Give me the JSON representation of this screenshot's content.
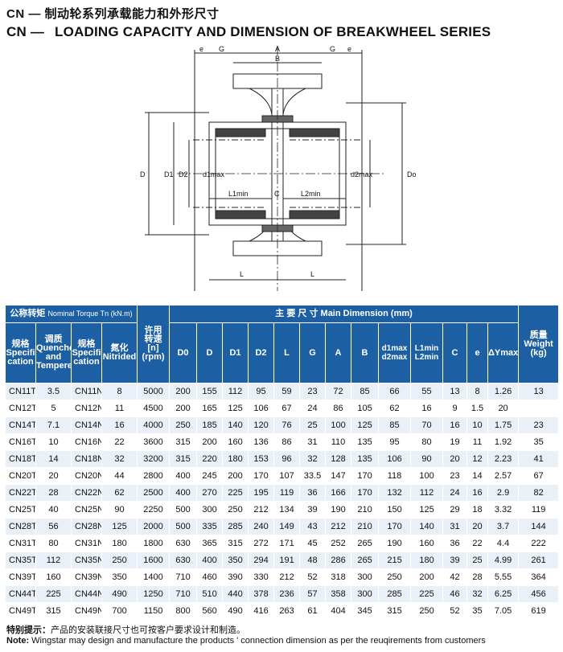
{
  "title": {
    "cn": "CN — 制动轮系列承载能力和外形尺寸",
    "en_prefix": "CN —",
    "en_a": "LOADING ",
    "en_b": "CAPACITY AND DIMENSION OF BREAKWHEEL SERIES"
  },
  "drawing": {
    "labels": {
      "e": "e",
      "G": "G",
      "A": "A",
      "B": "B",
      "D": "D",
      "D1": "D1",
      "D2": "D2",
      "d1max": "d1max",
      "d2max": "d2max",
      "Do": "Do",
      "L1min": "L1min",
      "L2min": "L2min",
      "C": "C",
      "L": "L"
    }
  },
  "table": {
    "header": {
      "torque_group_cn": "公称转矩",
      "torque_group_en": "Nominal Torque Tn (kN.m)",
      "main_dim_cn": "主 要 尺 寸",
      "main_dim_en": "Main Dimension (mm)",
      "spec1": [
        "规格",
        "Specifi",
        "cation"
      ],
      "quenched": [
        "调质",
        "Quenched",
        "and",
        "Tempered"
      ],
      "spec2": [
        "规格",
        "Specifi",
        "cation"
      ],
      "nitrided": [
        "氮化",
        "Nitrided"
      ],
      "speed": [
        "许用",
        "转速",
        "[n]",
        "(rpm)"
      ],
      "weight": [
        "质量",
        "Weight",
        "(kg)"
      ],
      "dims": [
        "D0",
        "D",
        "D1",
        "D2",
        "L",
        "G",
        "A",
        "B",
        "d1max d2max",
        "L1min L2min",
        "C",
        "e",
        "ΔYmax"
      ]
    },
    "rows": [
      [
        "CN11T",
        "3.5",
        "CN11N",
        "8",
        "5000",
        "200",
        "155",
        "112",
        "95",
        "59",
        "23",
        "72",
        "85",
        "66",
        "55",
        "13",
        "8",
        "1.26",
        "13"
      ],
      [
        "CN12T",
        "5",
        "CN12N",
        "11",
        "4500",
        "200",
        "165",
        "125",
        "106",
        "67",
        "24",
        "86",
        "105",
        "62",
        "16",
        "9",
        "1.5",
        "20"
      ],
      [
        "CN14T",
        "7.1",
        "CN14N",
        "16",
        "4000",
        "250",
        "185",
        "140",
        "120",
        "76",
        "25",
        "100",
        "125",
        "85",
        "70",
        "16",
        "10",
        "1.75",
        "23"
      ],
      [
        "CN16T",
        "10",
        "CN16N",
        "22",
        "3600",
        "315",
        "200",
        "160",
        "136",
        "86",
        "31",
        "110",
        "135",
        "95",
        "80",
        "19",
        "11",
        "1.92",
        "35"
      ],
      [
        "CN18T",
        "14",
        "CN18N",
        "32",
        "3200",
        "315",
        "220",
        "180",
        "153",
        "96",
        "32",
        "128",
        "135",
        "106",
        "90",
        "20",
        "12",
        "2.23",
        "41"
      ],
      [
        "CN20T",
        "20",
        "CN20N",
        "44",
        "2800",
        "400",
        "245",
        "200",
        "170",
        "107",
        "33.5",
        "147",
        "170",
        "118",
        "100",
        "23",
        "14",
        "2.57",
        "67"
      ],
      [
        "CN22T",
        "28",
        "CN22N",
        "62",
        "2500",
        "400",
        "270",
        "225",
        "195",
        "119",
        "36",
        "166",
        "170",
        "132",
        "112",
        "24",
        "16",
        "2.9",
        "82"
      ],
      [
        "CN25T",
        "40",
        "CN25N",
        "90",
        "2250",
        "500",
        "300",
        "250",
        "212",
        "134",
        "39",
        "190",
        "210",
        "150",
        "125",
        "29",
        "18",
        "3.32",
        "119"
      ],
      [
        "CN28T",
        "56",
        "CN28N",
        "125",
        "2000",
        "500",
        "335",
        "285",
        "240",
        "149",
        "43",
        "212",
        "210",
        "170",
        "140",
        "31",
        "20",
        "3.7",
        "144"
      ],
      [
        "CN31T",
        "80",
        "CN31N",
        "180",
        "1800",
        "630",
        "365",
        "315",
        "272",
        "171",
        "45",
        "252",
        "265",
        "190",
        "160",
        "36",
        "22",
        "4.4",
        "222"
      ],
      [
        "CN35T",
        "112",
        "CN35N",
        "250",
        "1600",
        "630",
        "400",
        "350",
        "294",
        "191",
        "48",
        "286",
        "265",
        "215",
        "180",
        "39",
        "25",
        "4.99",
        "261"
      ],
      [
        "CN39T",
        "160",
        "CN39N",
        "350",
        "1400",
        "710",
        "460",
        "390",
        "330",
        "212",
        "52",
        "318",
        "300",
        "250",
        "200",
        "42",
        "28",
        "5.55",
        "364"
      ],
      [
        "CN44T",
        "225",
        "CN44N",
        "490",
        "1250",
        "710",
        "510",
        "440",
        "378",
        "236",
        "57",
        "358",
        "300",
        "285",
        "225",
        "46",
        "32",
        "6.25",
        "456"
      ],
      [
        "CN49T",
        "315",
        "CN49N",
        "700",
        "1150",
        "800",
        "560",
        "490",
        "416",
        "263",
        "61",
        "404",
        "345",
        "315",
        "250",
        "52",
        "35",
        "7.05",
        "619"
      ]
    ]
  },
  "notes": {
    "cn_label": "特别提示：",
    "cn_text": "产品的安装联接尺寸也可按客户要求设计和制造。",
    "en_label": "Note:",
    "en_text": " Wingstar may design and manufacture the products ' connection dimension as per the reuqirements from customers"
  }
}
